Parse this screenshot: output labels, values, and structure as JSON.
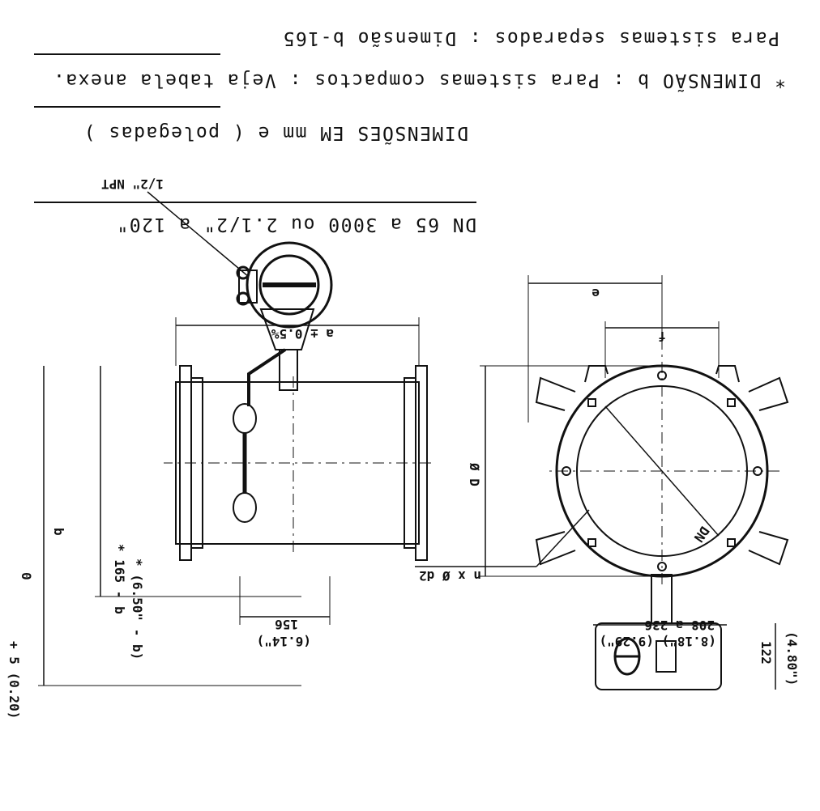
{
  "header": {
    "line1": "Para sistemas separados :  Dimensão b-165",
    "line2": "* DIMENSÃO b : Para sistemas compactos : Veja tabela anexa.",
    "line3": "DIMENSÕES EM mm e ( polegadas )",
    "line4": "DN 65 a 3000 ou 2.1/2\" a 120\""
  },
  "side_view": {
    "length_label": "a ± 0.5%",
    "height_label": "* 165 - b",
    "height_inch_label": "* (6.50\" - b)",
    "total_label": "b",
    "tolerance_label": "+ 5 (0.20)",
    "tolerance_zero": "0",
    "hub_width_label": "156",
    "hub_width_inch_label": "(6.14\")",
    "conduit_label": "1/2\" NPT"
  },
  "front_view": {
    "e_label": "e",
    "f_label": "f",
    "d_label": "Ø D",
    "dn_label": "DN",
    "bolts_label": "n x Ø d2",
    "box_height_label": "122",
    "box_height_inch_label": "(4.80\")",
    "box_width_label": "208 a 236",
    "box_width_inch_label": "(8.18\") (9.29\")"
  }
}
